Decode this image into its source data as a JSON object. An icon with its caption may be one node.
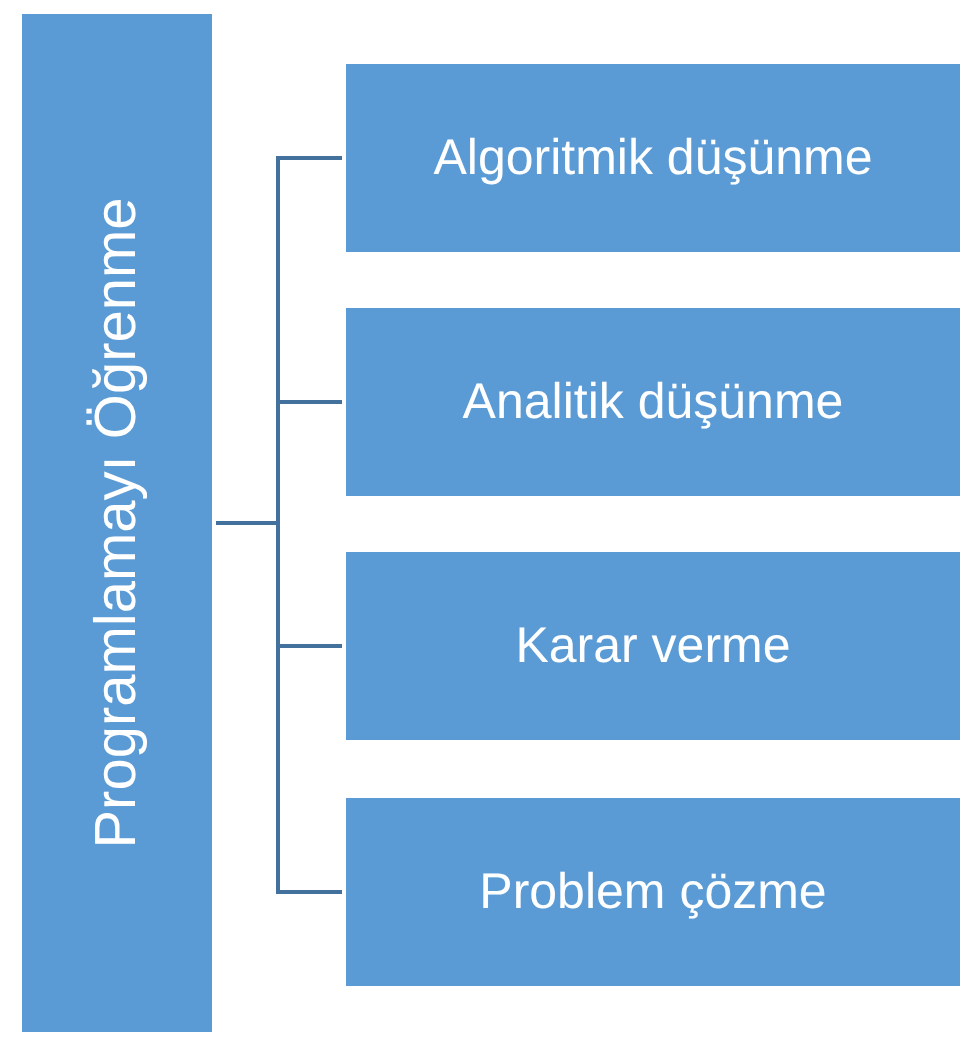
{
  "diagram": {
    "nodes": [
      {
        "text": [
          "Programlamayı Öğrenme"
        ]
      },
      {
        "text": [
          "Algoritmik düşünme"
        ]
      },
      {
        "text": [
          "Analitik düşünme"
        ]
      },
      {
        "text": [
          "Karar verme"
        ]
      },
      {
        "text": [
          "Problem çözme"
        ]
      }
    ],
    "edges": [
      {
        "from": 0,
        "to": 1,
        "arrow": "none"
      },
      {
        "from": 0,
        "to": 2,
        "arrow": "none"
      },
      {
        "from": 0,
        "to": 3,
        "arrow": "none"
      },
      {
        "from": 0,
        "to": 4,
        "arrow": "none"
      }
    ]
  }
}
